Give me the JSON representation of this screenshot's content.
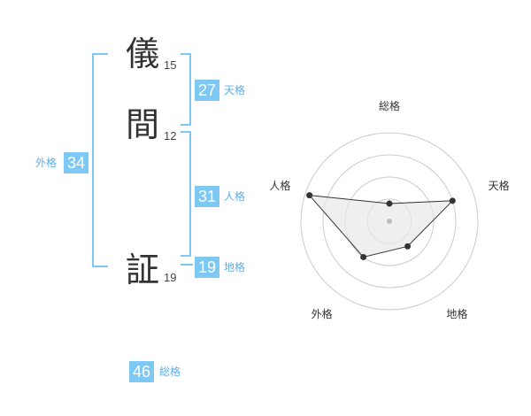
{
  "name_chars": [
    {
      "char": "儀",
      "strokes": "15"
    },
    {
      "char": "間",
      "strokes": "12"
    },
    {
      "char": "証",
      "strokes": "19"
    }
  ],
  "scores": {
    "tenkaku": {
      "value": "27",
      "label": "天格"
    },
    "jinkaku": {
      "value": "31",
      "label": "人格"
    },
    "chikaku": {
      "value": "19",
      "label": "地格"
    },
    "gaikaku": {
      "value": "34",
      "label": "外格"
    },
    "soukaku": {
      "value": "46",
      "label": "総格"
    }
  },
  "chart_data": {
    "type": "radar",
    "axes": [
      "総格",
      "天格",
      "地格",
      "外格",
      "人格"
    ],
    "values": [
      0.2,
      0.75,
      0.35,
      0.5,
      0.95
    ],
    "rings": 4,
    "grid": true,
    "colors": {
      "fill": "#e8e8e8",
      "stroke": "#333333",
      "grid": "#cccccc",
      "center": "#bbbbbb"
    }
  }
}
